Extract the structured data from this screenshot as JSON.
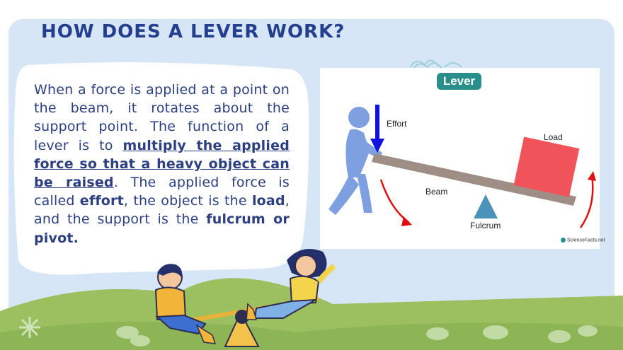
{
  "title": "HOW DOES A LEVER WORK?",
  "body": {
    "intro": "When a force is applied at a point on the beam, it rotates about the support point. The function of a lever is to ",
    "highlight": "multiply the applied force so that a heavy object can be raised",
    "mid1": ". The applied force is called ",
    "term_effort": "effort",
    "mid2": ", the object is the ",
    "term_load": "load",
    "mid3": ", and the support is the ",
    "term_fulcrum": "fulcrum or pivot."
  },
  "diagram": {
    "badge": "Lever",
    "label_effort": "Effort",
    "label_load": "Load",
    "label_beam": "Beam",
    "label_fulcrum": "Fulcrum",
    "brand": "ScienceFacts.net"
  },
  "colors": {
    "panel": "#d7e6f7",
    "title": "#233f8e",
    "text": "#2c3f80",
    "badge": "#2a8f8b",
    "beam": "#9e8e86",
    "load": "#f0535a",
    "fulcrum": "#4b93b8",
    "person": "#7e9fe0",
    "effort_arrow": "#1010e0",
    "motion_arrow": "#e01010",
    "grass": "#9cbf60"
  }
}
